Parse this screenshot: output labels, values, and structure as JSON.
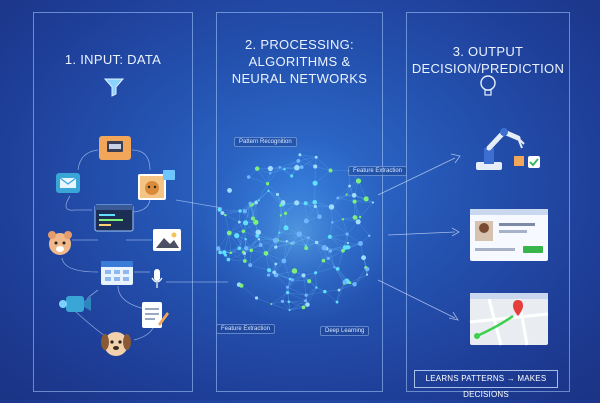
{
  "columns": [
    {
      "line1": "1. INPUT: DATA",
      "line2": ""
    },
    {
      "line1": "2. PROCESSING:",
      "line2": "ALGORITHMS &",
      "line3": "NEURAL NETWORKS"
    },
    {
      "line1": "3. OUTPUT",
      "line2": "DECISION/PREDICTION"
    }
  ],
  "network_labels": {
    "pattern": "Pattern Recognition",
    "feature_top": "Feature Extraction",
    "feature_bottom": "Feature Extraction",
    "deep": "Deep Learning"
  },
  "footer": "LEARNS PATTERNS → MAKES DECISIONS",
  "icons": [
    "funnel-icon",
    "printer-icon",
    "email-icon",
    "dog-photo-icon",
    "code-window-icon",
    "hamster-icon",
    "image-icon",
    "calendar-table-icon",
    "microphone-icon",
    "video-camera-icon",
    "document-edit-icon",
    "puppy-icon",
    "lightbulb-icon",
    "robot-arm-icon",
    "profile-card-icon",
    "map-pin-icon"
  ],
  "colors": {
    "accent_cyan": "#5fe0ff",
    "accent_green": "#7cf07a",
    "node_blue": "#6fb4ff"
  }
}
